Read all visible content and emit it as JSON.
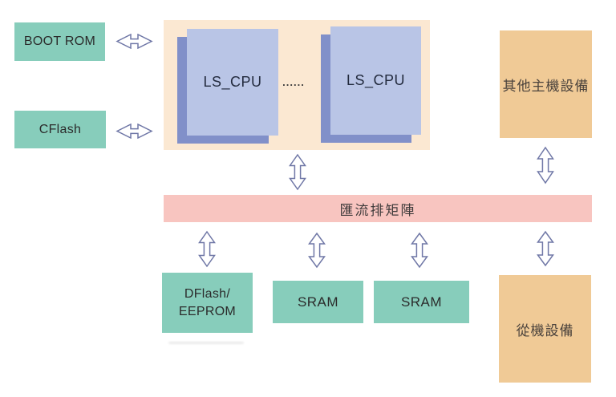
{
  "nodes": {
    "boot_rom": {
      "label": "BOOT ROM"
    },
    "cflash": {
      "label": "CFlash"
    },
    "cpu_group": {
      "cpu1": "LS_CPU",
      "ellipsis": "......",
      "cpu2": "LS_CPU"
    },
    "other_master": {
      "label": "其他主機設備"
    },
    "bus_matrix": {
      "label": "匯流排矩陣"
    },
    "dflash": {
      "label": "DFlash/\nEEPROM"
    },
    "sram_1": {
      "label": "SRAM"
    },
    "sram_2": {
      "label": "SRAM"
    },
    "slave": {
      "label": "從機設備"
    }
  },
  "colors": {
    "memory_green": "#87cdbb",
    "cpu_container_cream": "#fbe8d2",
    "cpu_card_blue": "#b9c5e6",
    "cpu_card_shadow_blue": "#8190c9",
    "device_orange": "#f0ca96",
    "bus_pink": "#f8c5c0",
    "arrow_outline": "#6f77a6"
  }
}
